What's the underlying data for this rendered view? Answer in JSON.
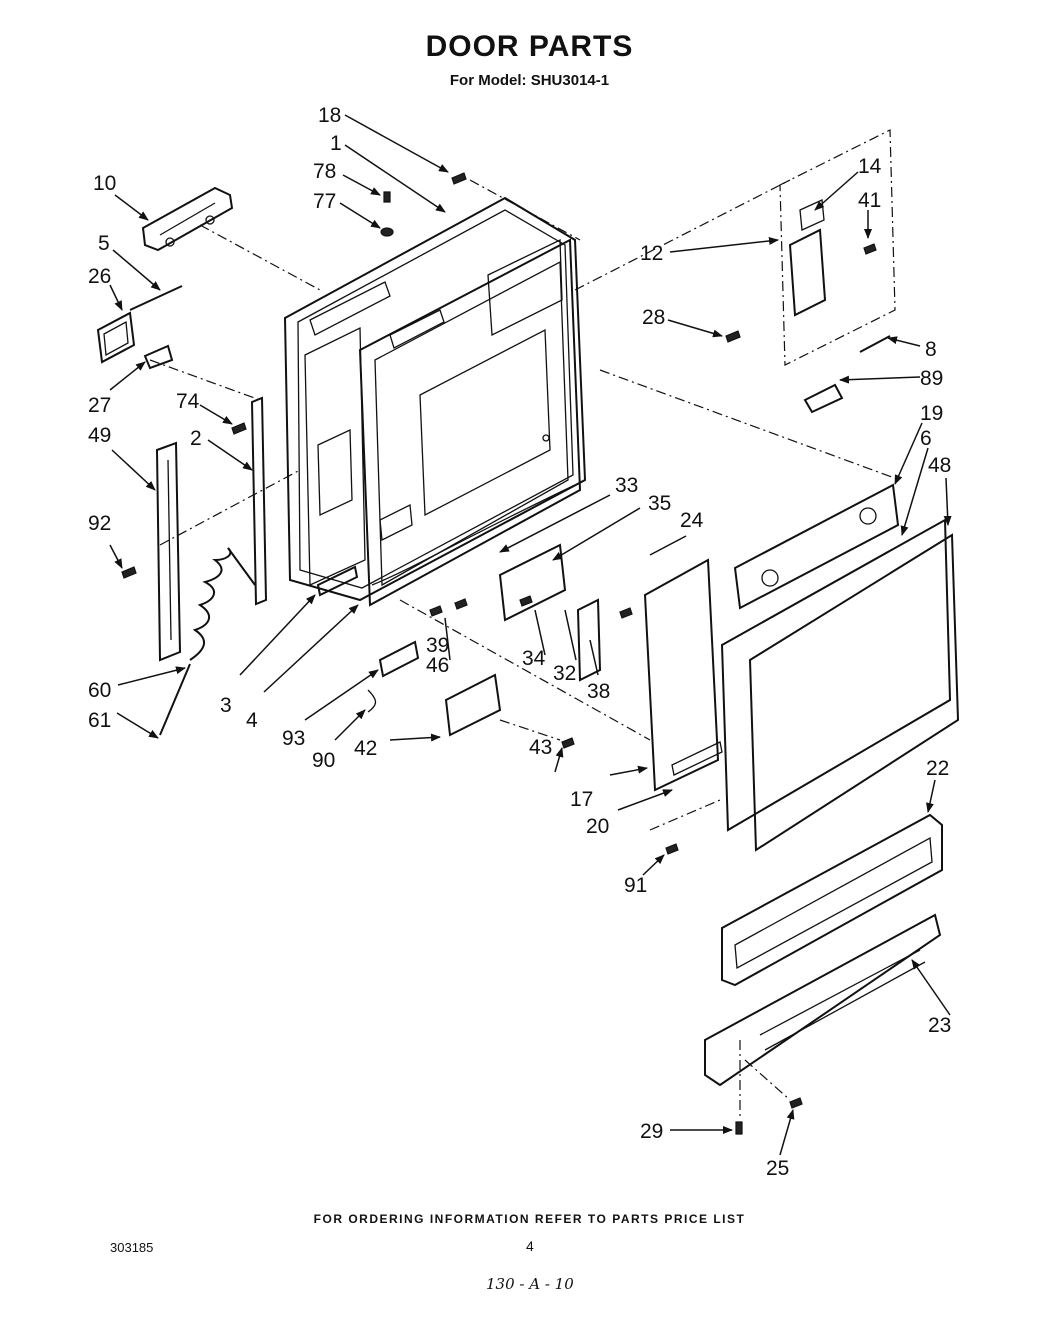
{
  "header": {
    "title": "DOOR PARTS",
    "subtitle": "For Model: SHU3014-1"
  },
  "footer": {
    "ordering_note": "FOR ORDERING INFORMATION REFER TO PARTS PRICE LIST",
    "document_number": "303185",
    "page_number": "4",
    "handwritten_note": "130 - A - 10"
  },
  "callouts": [
    "18",
    "1",
    "78",
    "77",
    "10",
    "5",
    "26",
    "27",
    "74",
    "49",
    "2",
    "92",
    "60",
    "61",
    "3",
    "4",
    "93",
    "90",
    "42",
    "39",
    "46",
    "34",
    "32",
    "38",
    "43",
    "33",
    "35",
    "24",
    "17",
    "20",
    "91",
    "14",
    "41",
    "12",
    "28",
    "8",
    "89",
    "19",
    "6",
    "48",
    "22",
    "23",
    "29",
    "25"
  ]
}
